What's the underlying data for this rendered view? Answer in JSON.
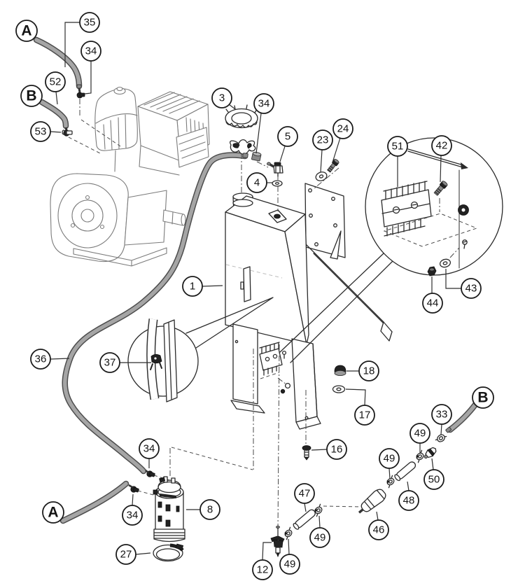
{
  "diagram": {
    "kind": "exploded-parts-diagram",
    "subject": "Engine / tank / pump motor assembly with hose routing",
    "detail_views": 2,
    "colors": {
      "background": "#ffffff",
      "part_line": "#2b2b2b",
      "engine_line": "#7b7b7b",
      "hose_outline": "#4d4d4d",
      "hose_fill": "#a5a5a5",
      "callout_stroke": "#1b1b1b",
      "callout_fill": "#ffffff",
      "text": "#141414"
    }
  },
  "callouts": [
    {
      "label": "A"
    },
    {
      "label": "35"
    },
    {
      "label": "34"
    },
    {
      "label": "52"
    },
    {
      "label": "B"
    },
    {
      "label": "53"
    },
    {
      "label": "3"
    },
    {
      "label": "34"
    },
    {
      "label": "5"
    },
    {
      "label": "23"
    },
    {
      "label": "24"
    },
    {
      "label": "4"
    },
    {
      "label": "51"
    },
    {
      "label": "42"
    },
    {
      "label": "43"
    },
    {
      "label": "44"
    },
    {
      "label": "1"
    },
    {
      "label": "36"
    },
    {
      "label": "37"
    },
    {
      "label": "18"
    },
    {
      "label": "17"
    },
    {
      "label": "16"
    },
    {
      "label": "34"
    },
    {
      "label": "34"
    },
    {
      "label": "8"
    },
    {
      "label": "27"
    },
    {
      "label": "A"
    },
    {
      "label": "47"
    },
    {
      "label": "49"
    },
    {
      "label": "49"
    },
    {
      "label": "12"
    },
    {
      "label": "B"
    },
    {
      "label": "33"
    },
    {
      "label": "49"
    },
    {
      "label": "49"
    },
    {
      "label": "50"
    },
    {
      "label": "48"
    },
    {
      "label": "46"
    }
  ]
}
